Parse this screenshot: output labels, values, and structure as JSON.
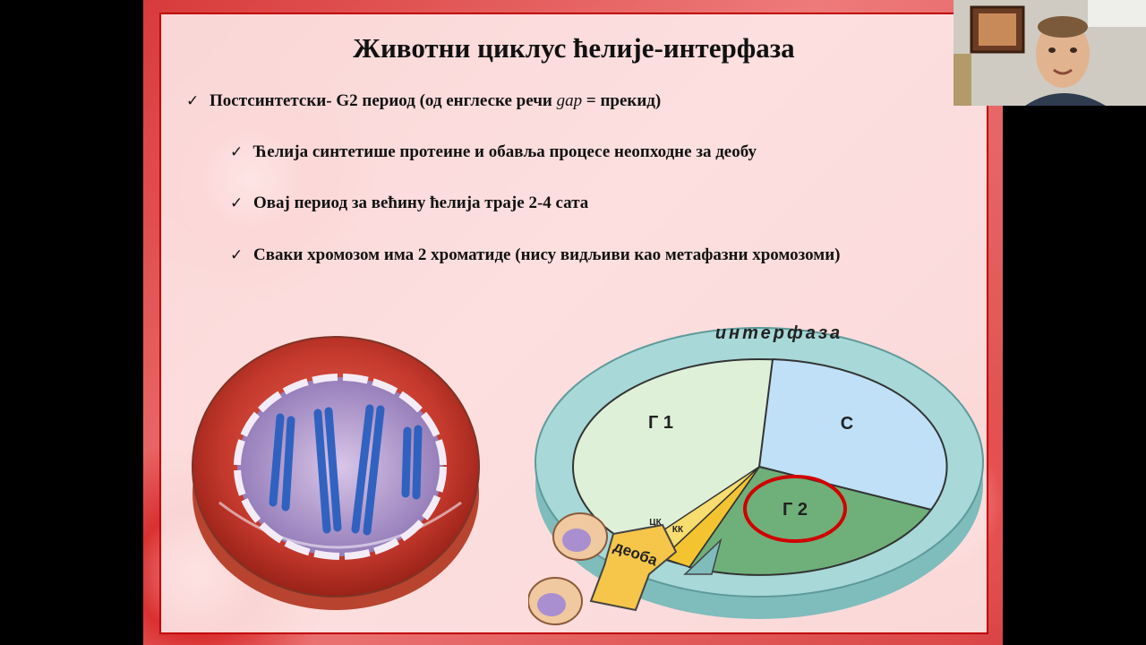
{
  "slide": {
    "title": "Животни циклус ћелије-интерфаза",
    "bullets": {
      "b1_before": "Постсинтетски- G2 период (од енглеске речи ",
      "b1_italic": "gap",
      "b1_after": " = прекид)",
      "b2": "Ћелија синтетише протеине и обавља процесе неопходне за деобу",
      "b3": "Овај период за већину ћелија траје 2-4 сата",
      "b4": "Сваки хромозом има 2 хроматиде (нису видљиви као метафазни хромозоми)"
    },
    "tick": "✓"
  },
  "cycle_diagram": {
    "ring_label": "интерфаза",
    "g1": "Г 1",
    "s": "С",
    "g2": "Г 2",
    "ck": "ЦК",
    "kk": "КК",
    "division": "деоба"
  },
  "colors": {
    "border": "#c00000",
    "g1": "#dff0d8",
    "s": "#bfe0f7",
    "g2": "#6fb07a",
    "ring": "#a8d8d8",
    "highlight": "#d00000"
  },
  "icons": {
    "webcam": "presenter-video",
    "cell": "cell-nucleus-illustration"
  }
}
